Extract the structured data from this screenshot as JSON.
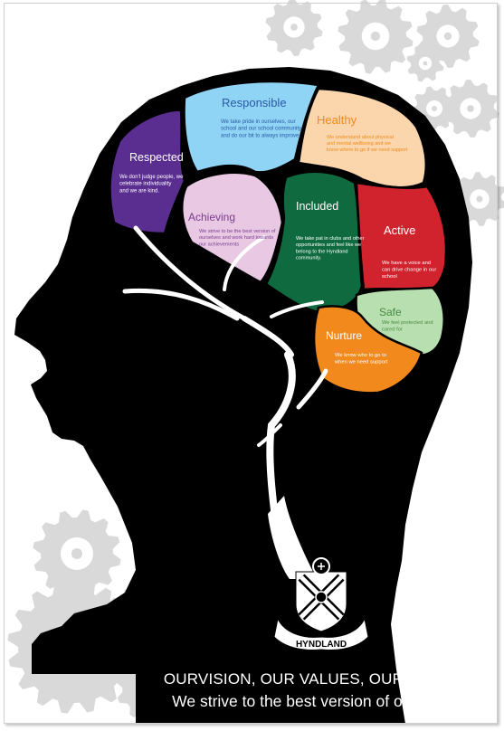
{
  "colors": {
    "respected": "#5a2d91",
    "responsible": "#8fd3f5",
    "healthy": "#fbd6ad",
    "achieving": "#e8c8e3",
    "included": "#0f6b3f",
    "active": "#d1232d",
    "safe": "#b7dfb0",
    "nurture": "#f2891d",
    "silhouette": "#000000",
    "gear": "#d9d9d9"
  },
  "regions": {
    "respected": {
      "title": "Respected",
      "text": [
        "We don't judge people, we",
        "celebrate individuality",
        "and we are kind."
      ]
    },
    "responsible": {
      "title": "Responsible",
      "text": [
        "We take pride in ourselves, our",
        "school and our school community",
        "and do our bit to always improve."
      ]
    },
    "healthy": {
      "title": "Healthy",
      "text": [
        "We understand about physical",
        "and mental wellbeing and we",
        "know where to go if we need support"
      ]
    },
    "achieving": {
      "title": "Achieving",
      "text": [
        "We strive to be the best version of",
        "ourselves and work hard towards",
        "our achievements"
      ]
    },
    "included": {
      "title": "Included",
      "text": [
        "We take pat in clubs and other",
        "opportunities and feel like we",
        "belong to the Hyndland",
        "community."
      ]
    },
    "active": {
      "title": "Active",
      "text": [
        "We have a voice and",
        "can drive change in our",
        "school"
      ]
    },
    "safe": {
      "title": "Safe",
      "text": [
        "We feel protected and",
        "cared for"
      ]
    },
    "nurture": {
      "title": "Nurture",
      "text": [
        "We know who to go to",
        "when we need support"
      ]
    }
  },
  "crest": {
    "banner": "HYNDLAND"
  },
  "footer": {
    "line1": "OURVISION, OUR VALUES, OURSCHOOL",
    "line2": "We strive to the best version of ourselves"
  }
}
